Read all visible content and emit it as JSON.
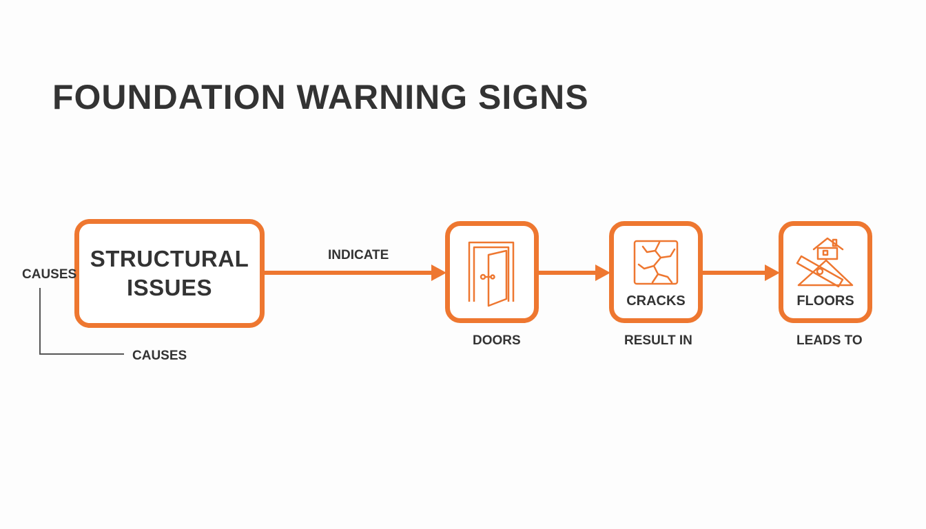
{
  "title": "FOUNDATION WARNING SIGNS",
  "nodes": {
    "structural_issues": {
      "line1": "STRUCTURAL",
      "line2": "ISSUES"
    },
    "doors": {
      "label": "DOORS",
      "icon": "door-icon"
    },
    "cracks": {
      "label": "CRACKS",
      "icon": "cracked-wall-icon"
    },
    "floors": {
      "label": "FLOORS",
      "icon": "tilted-house-icon"
    }
  },
  "edge_labels": {
    "causes_left": "CAUSES",
    "causes_bottom": "CAUSES",
    "indicate": "INDICATE",
    "result_in": "RESULT IN",
    "leads_to": "LEADS TO"
  },
  "colors": {
    "accent": "#ee7730",
    "text": "#333333",
    "background": "#fdfdfd"
  }
}
